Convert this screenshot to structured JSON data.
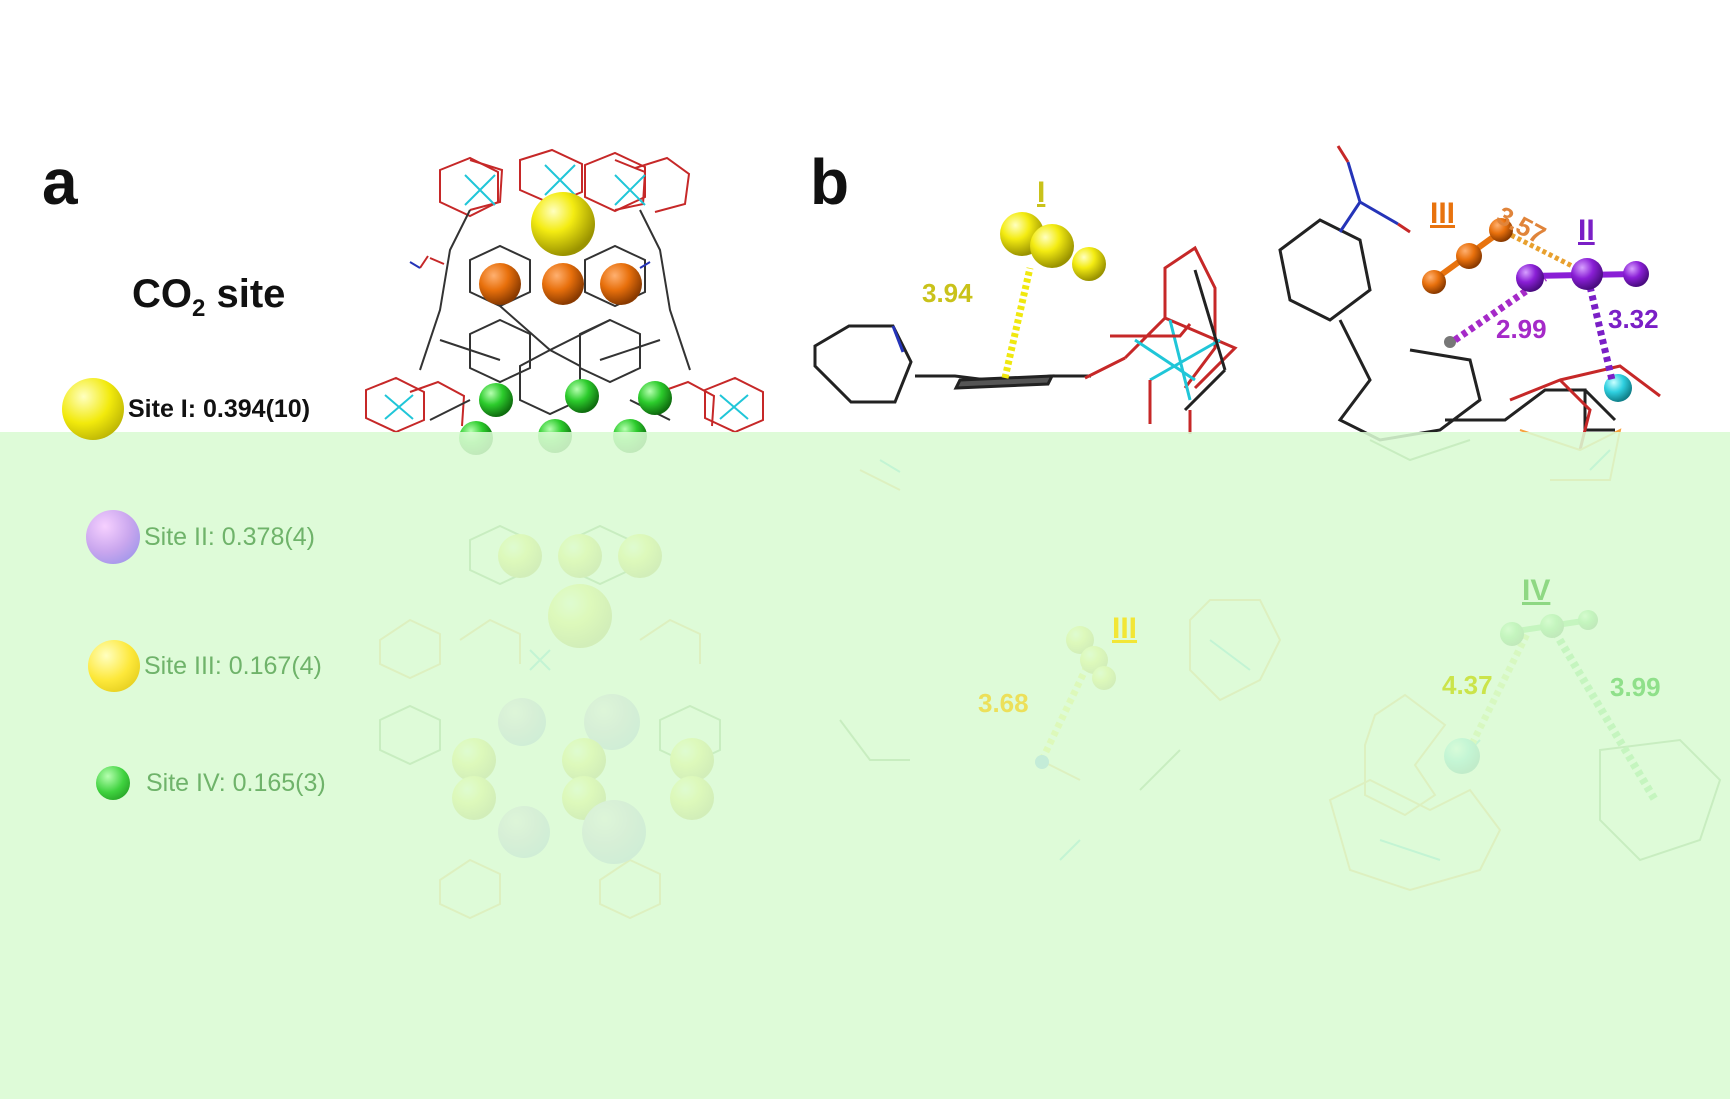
{
  "panels": {
    "a": "a",
    "b": "b"
  },
  "legend": {
    "title_main": "CO",
    "title_sub": "2",
    "title_tail": " site",
    "items": [
      {
        "label": "Site I: 0.394(10)",
        "color": "#f2ea0c"
      },
      {
        "label": "Site II: 0.378(4)",
        "color": "#c9a6ee"
      },
      {
        "label": "Site III: 0.167(4)",
        "color": "#fde83a"
      },
      {
        "label": "Site IV: 0.165(3)",
        "color": "#3fd23f"
      }
    ]
  },
  "panel_b": {
    "sites": {
      "I": "I",
      "II": "II",
      "III": "III",
      "III_lower": "III",
      "IV": "IV"
    },
    "distances": {
      "d394": "3.94",
      "d357": "3.57",
      "d299": "2.99",
      "d332": "3.32",
      "d368": "3.68",
      "d437": "4.37",
      "d399": "3.99"
    }
  },
  "colors": {
    "site_I": "#f0e80e",
    "site_II": "#8a1fd6",
    "site_III": "#e8730e",
    "site_IV": "#37c837",
    "metal": "#2fd0e0",
    "oxygen": "#d22b2b",
    "nitrogen": "#2534b8",
    "overlay": "#d9fbd3"
  }
}
